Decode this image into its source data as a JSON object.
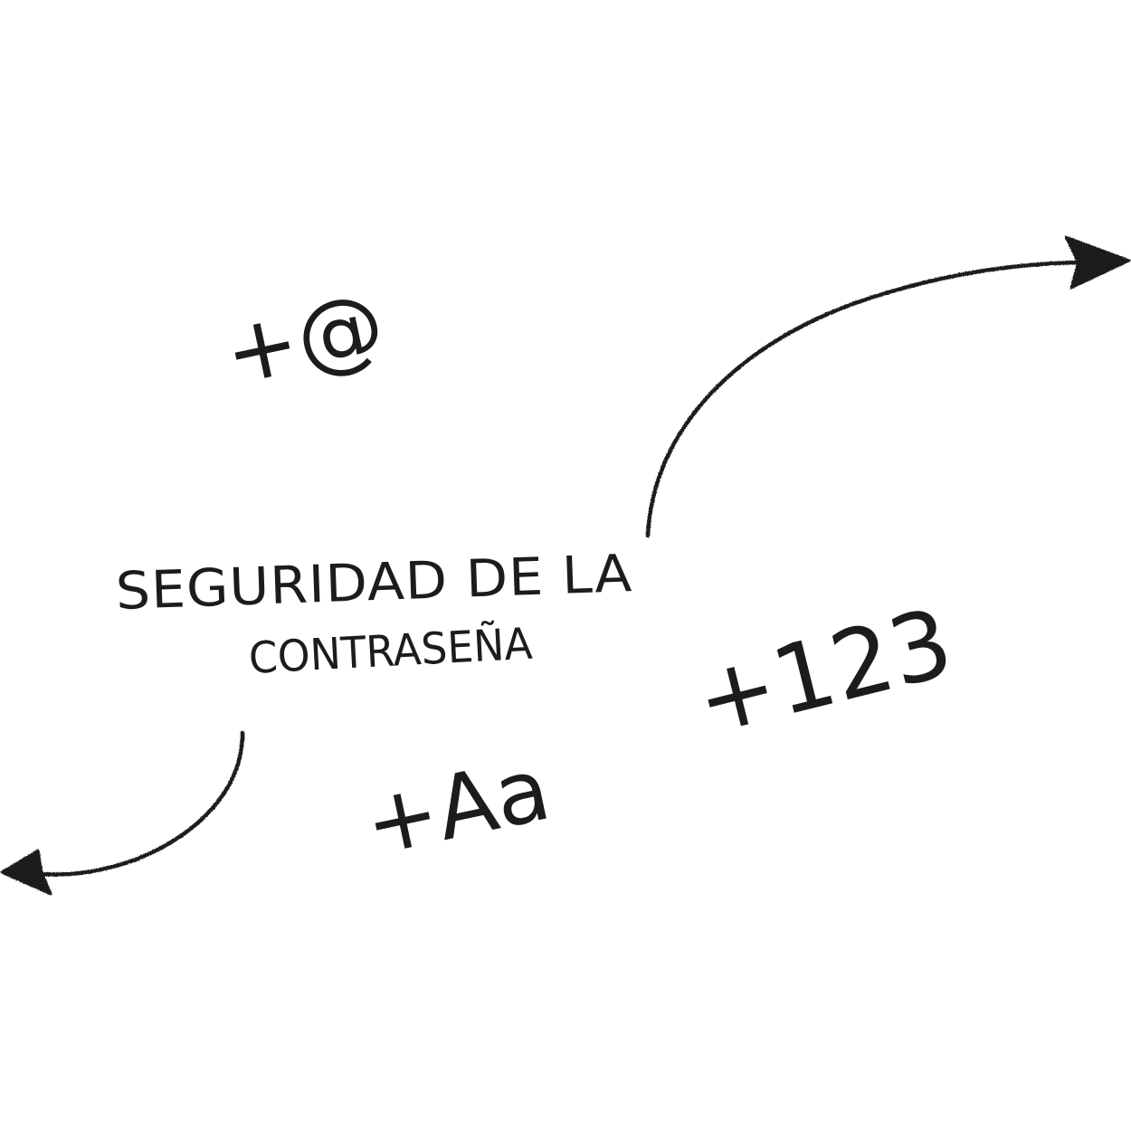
{
  "title": {
    "line1": "SEGURIDAD DE LA",
    "line2": "CONTRASEÑA"
  },
  "requirements": {
    "special_char": "+@",
    "numbers": "+123",
    "letter_case": "+Aa"
  },
  "colors": {
    "ink": "#1c1c1c",
    "background": "#ffffff"
  }
}
